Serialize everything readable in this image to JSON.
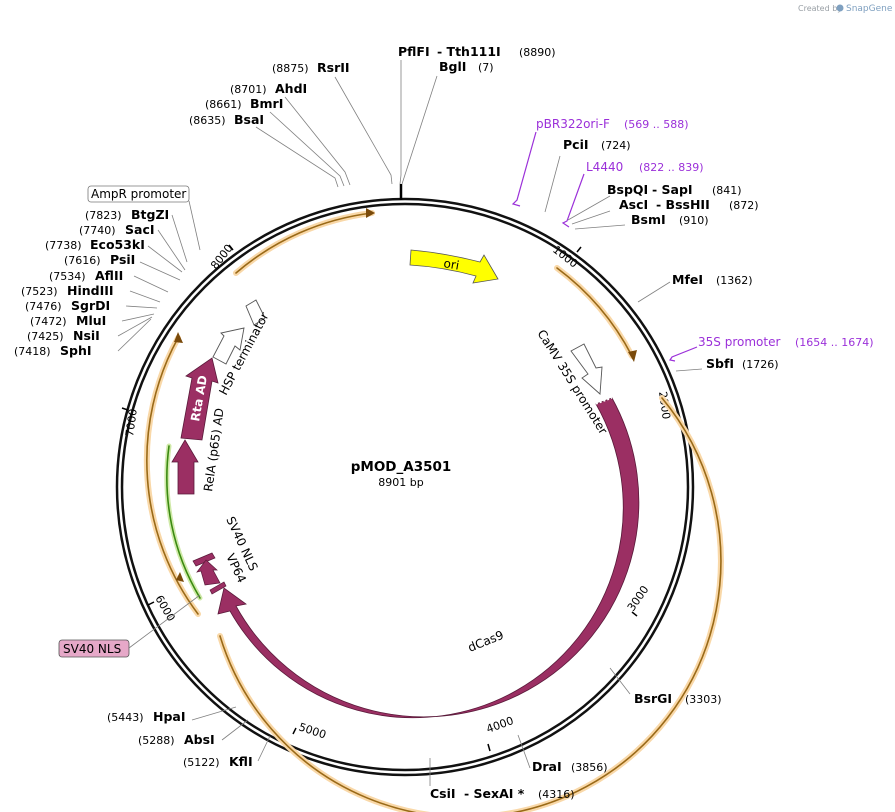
{
  "credit": {
    "created_by": "Created by",
    "app": "SnapGene"
  },
  "plasmid": {
    "name": "pMOD_A3501",
    "size": "8901 bp"
  },
  "ticks": [
    "1000",
    "2000",
    "3000",
    "4000",
    "5000",
    "6000",
    "7000",
    "8000"
  ],
  "enzymes": {
    "pflfi": "PflFI",
    "tth111i": "Tth111I",
    "tth_pos": "(8890)",
    "bgli": "BglI",
    "bgli_pos": "(7)",
    "rsrii": "RsrII",
    "rsrii_pos": "(8875)",
    "ahdi": "AhdI",
    "ahdi_pos": "(8701)",
    "bmri": "BmrI",
    "bmri_pos": "(8661)",
    "bsai": "BsaI",
    "bsai_pos": "(8635)",
    "pcii": "PciI",
    "pcii_pos": "(724)",
    "bspqi": "BspQI",
    "sapi": "SapI",
    "sapi_pos": "(841)",
    "asci": "AscI",
    "bsshii": "BssHII",
    "bsshii_pos": "(872)",
    "bsmi": "BsmI",
    "bsmi_pos": "(910)",
    "mfei": "MfeI",
    "mfei_pos": "(1362)",
    "sbfi": "SbfI",
    "sbfi_pos": "(1726)",
    "bsrgi": "BsrGI",
    "bsrgi_pos": "(3303)",
    "drai": "DraI",
    "drai_pos": "(3856)",
    "csii": "CsiI",
    "sexai": "SexAI *",
    "sexai_pos": "(4316)",
    "kfli": "KflI",
    "kfli_pos": "(5122)",
    "absi": "AbsI",
    "absi_pos": "(5288)",
    "hpai": "HpaI",
    "hpai_pos": "(5443)",
    "btgzi": "BtgZI",
    "btgzi_pos": "(7823)",
    "saci": "SacI",
    "saci_pos": "(7740)",
    "eco53ki": "Eco53kI",
    "eco53ki_pos": "(7738)",
    "psii": "PsiI",
    "psii_pos": "(7616)",
    "aflii": "AflII",
    "aflii_pos": "(7534)",
    "hindiii": "HindIII",
    "hindiii_pos": "(7523)",
    "sgrdi": "SgrDI",
    "sgrdi_pos": "(7476)",
    "mlui": "MluI",
    "mlui_pos": "(7472)",
    "nsii": "NsiI",
    "nsii_pos": "(7425)",
    "sphi": "SphI",
    "sphi_pos": "(7418)"
  },
  "primers": {
    "pbr": "pBR322ori-F",
    "pbr_pos": "(569 .. 588)",
    "l4440": "L4440",
    "l4440_pos": "(822 .. 839)",
    "p35s": "35S promoter",
    "p35s_pos": "(1654 .. 1674)"
  },
  "features": {
    "ori": "ori",
    "camv": "CaMV 35S promoter",
    "dcas9": "dCas9",
    "hsp": "HSP terminator",
    "rta": "Rta AD",
    "rela": "RelA (p65) AD",
    "sv40nls": "SV40 NLS",
    "vp64": "VP64",
    "ampr": "AmpR promoter",
    "sv40nls_box": "SV40 NLS"
  },
  "colors": {
    "ori": "#ffff00",
    "cds": "#9b2f63",
    "orf": "#f5a623",
    "primer": "#9b30d9",
    "green": "#4caf20"
  }
}
